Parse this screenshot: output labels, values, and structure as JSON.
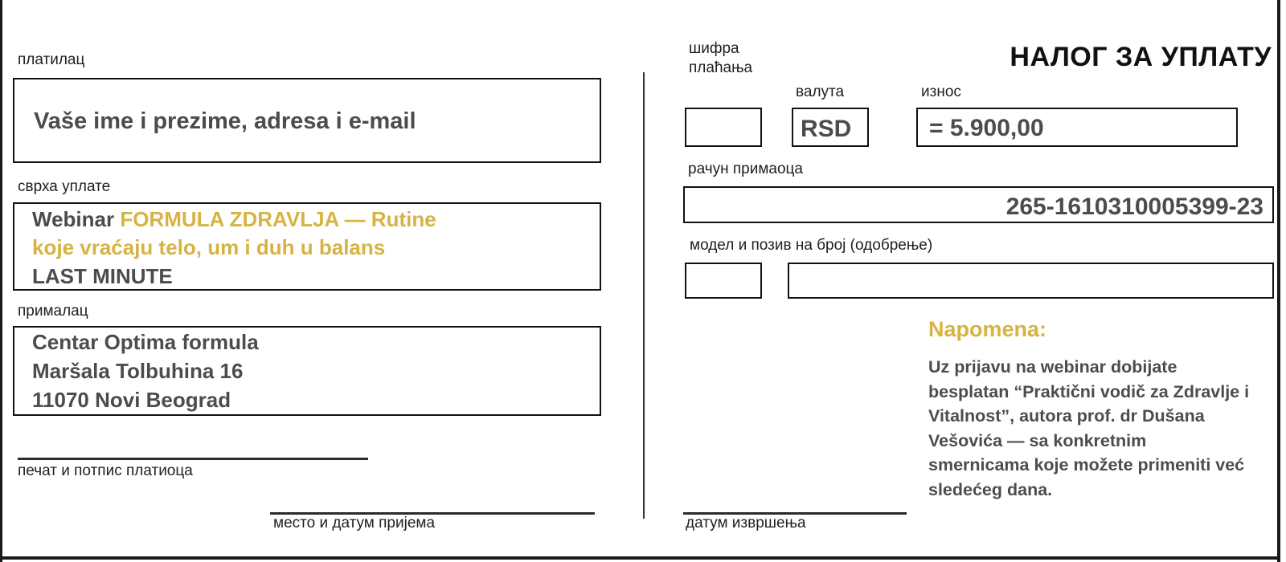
{
  "document": {
    "title": "НАЛОГ ЗА УПЛАТУ",
    "accent_color": "#d6b343",
    "text_color": "#4c4c4c",
    "line_color": "#111111"
  },
  "left": {
    "payer": {
      "label": "платилац",
      "value": "Vaše ime i prezime, adresa i e-mail"
    },
    "purpose": {
      "label": "сврха уплате",
      "line1_dark": "Webinar",
      "line1_gold": "FORMULA ZDRAVLJA —  Rutine",
      "line2_gold": "koje vraćaju telo, um i duh u balans",
      "line3_dark": "LAST MINUTE"
    },
    "recipient": {
      "label": "прималац",
      "line1": "Centar Optima formula",
      "line2": "Maršala Tolbuhina 16",
      "line3": "11070 Novi Beograd"
    },
    "signature_caption": "печат и потпис платиоца",
    "receipt_date_caption": "место и датум пријема"
  },
  "right": {
    "payment_code": {
      "label_line1": "шифра",
      "label_line2": "плаћања",
      "value": ""
    },
    "currency": {
      "label": "валута",
      "value": "RSD"
    },
    "amount": {
      "label": "износ",
      "value": "= 5.900,00"
    },
    "recipient_account": {
      "label": "рачун примаоца",
      "value": "265-1610310005399-23"
    },
    "reference": {
      "label": "модел и позив на број (одобрење)",
      "model_value": "",
      "number_value": ""
    },
    "note": {
      "title": "Napomena:",
      "body": "Uz prijavu na webinar dobijate besplatan “Praktični vodič za Zdravlje i Vitalnost”, autora prof. dr Dušana Vešovića — sa konkretnim smernicama koje možete primeniti već sledećeg dana."
    },
    "execution_date_caption": "датум извршења"
  }
}
